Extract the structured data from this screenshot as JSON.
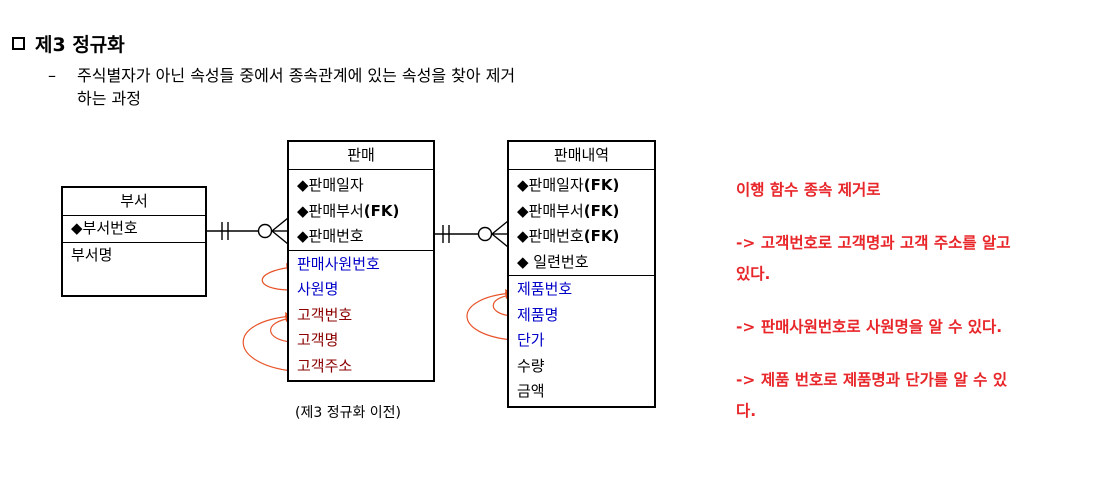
{
  "title": "제3 정규화",
  "description": {
    "dash": "–",
    "line1": "주식별자가 아닌 속성들 중에서 종속관계에 있는 속성을 찾아 제거",
    "line2": "하는 과정"
  },
  "entities": {
    "busuh": {
      "name": "부서",
      "keys": [
        "◆부서번호"
      ],
      "attrs": [
        "부서명"
      ]
    },
    "panmae": {
      "name": "판매",
      "keys": [
        {
          "text": "◆판매일자",
          "fk": ""
        },
        {
          "text": "◆판매부서",
          "fk": "(FK)"
        },
        {
          "text": "◆판매번호",
          "fk": ""
        }
      ],
      "attrs": [
        "판매사원번호",
        "사원명",
        "고객번호",
        "고객명",
        "고객주소"
      ]
    },
    "panmaenaeyeok": {
      "name": "판매내역",
      "keys": [
        {
          "text": "◆판매일자",
          "fk": "(FK)"
        },
        {
          "text": "◆판매부서",
          "fk": "(FK)"
        },
        {
          "text": "◆판매번호",
          "fk": "(FK)"
        },
        {
          "text": "◆ 일련번호",
          "fk": ""
        }
      ],
      "attrs": [
        "제품번호",
        "제품명",
        "단가",
        "수량",
        "금액"
      ]
    }
  },
  "caption": "(제3 정규화 이전)",
  "notes": {
    "heading": "이행 함수 종속 제거로",
    "note1_line1": "-> 고객번호로 고객명과 고객 주소를 알고",
    "note1_line2": "있다.",
    "note2": "-> 판매사원번호로 사원명을 알 수 있다.",
    "note3_line1": "-> 제품 번호로 제품명과 단가를 알 수 있",
    "note3_line2": "다."
  },
  "colors": {
    "note_red": "#e8262a",
    "attr_blue": "#0000c8",
    "attr_maroon": "#8b0000",
    "arrow": "#e8542a"
  }
}
